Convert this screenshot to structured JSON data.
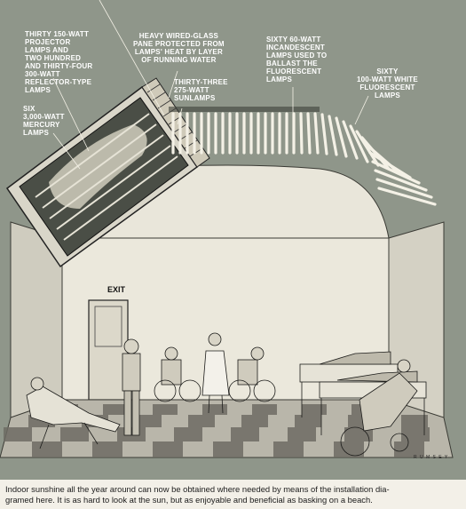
{
  "labels": {
    "projector": [
      "THIRTY 150-WATT",
      "PROJECTOR",
      "LAMPS AND",
      "TWO HUNDRED",
      "AND THIRTY-FOUR",
      "300-WATT",
      "REFLECTOR-TYPE",
      "LAMPS"
    ],
    "glass": [
      "HEAVY WIRED-GLASS",
      "PANE PROTECTED FROM",
      "LAMPS' HEAT BY LAYER",
      "OF RUNNING WATER"
    ],
    "incandescent": [
      "SIXTY 60-WATT",
      "INCANDESCENT",
      "LAMPS USED TO",
      "BALLAST THE",
      "FLUORESCENT",
      "LAMPS"
    ],
    "fluorescent": [
      "SIXTY",
      "100-WATT WHITE",
      "FLUORESCENT",
      "LAMPS"
    ],
    "sunlamps": [
      "THIRTY-THREE",
      "275-WATT",
      "SUNLAMPS"
    ],
    "mercury": [
      "SIX",
      "3,000-WATT",
      "MERCURY",
      "LAMPS"
    ]
  },
  "exit_sign": "EXIT",
  "signature": "R U M S E Y",
  "caption": [
    "Indoor sunshine all the year around can now be obtained where needed by means of the installation dia-",
    "gramed here. It is as hard to look at the sun, but as enjoyable and beneficial as basking on a beach."
  ]
}
